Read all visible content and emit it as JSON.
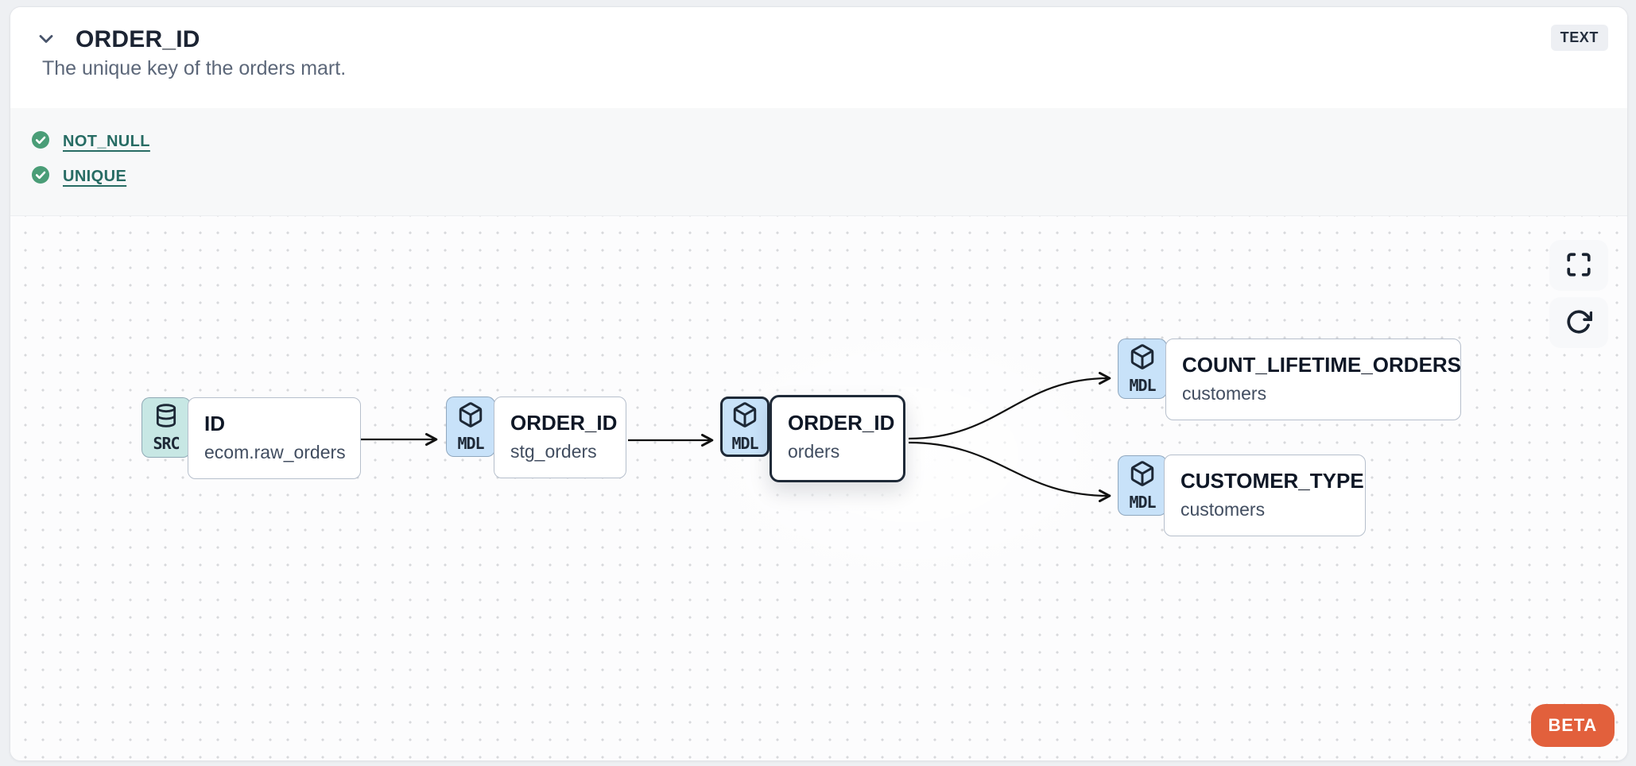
{
  "header": {
    "title": "ORDER_ID",
    "description": "The unique key of the orders mart.",
    "type_badge": "TEXT"
  },
  "tests": [
    {
      "name": "NOT_NULL",
      "status": "pass"
    },
    {
      "name": "UNIQUE",
      "status": "pass"
    }
  ],
  "lineage": {
    "nodes": [
      {
        "badge": "SRC",
        "icon": "database-icon",
        "title": "ID",
        "subtitle": "ecom.raw_orders",
        "selected": false
      },
      {
        "badge": "MDL",
        "icon": "cube-icon",
        "title": "ORDER_ID",
        "subtitle": "stg_orders",
        "selected": false
      },
      {
        "badge": "MDL",
        "icon": "cube-icon",
        "title": "ORDER_ID",
        "subtitle": "orders",
        "selected": true
      },
      {
        "badge": "MDL",
        "icon": "cube-icon",
        "title": "COUNT_LIFETIME_ORDERS",
        "subtitle": "customers",
        "selected": false
      },
      {
        "badge": "MDL",
        "icon": "cube-icon",
        "title": "CUSTOMER_TYPE",
        "subtitle": "customers",
        "selected": false
      }
    ],
    "edges": [
      {
        "from": 0,
        "to": 1
      },
      {
        "from": 1,
        "to": 2
      },
      {
        "from": 2,
        "to": 3
      },
      {
        "from": 2,
        "to": 4
      }
    ],
    "controls": {
      "fullscreen_icon": "maximize-icon",
      "refresh_icon": "rotate-cw-icon"
    },
    "beta_label": "BETA"
  },
  "colors": {
    "accent_orange": "#e2603c",
    "test_pass_green": "#4a9d77",
    "test_link_teal": "#276c64",
    "badge_src_teal": "#c7e7e4",
    "badge_mdl_blue": "#c8e2f9",
    "selected_border": "#1f2a38",
    "edge_black": "#101010"
  }
}
